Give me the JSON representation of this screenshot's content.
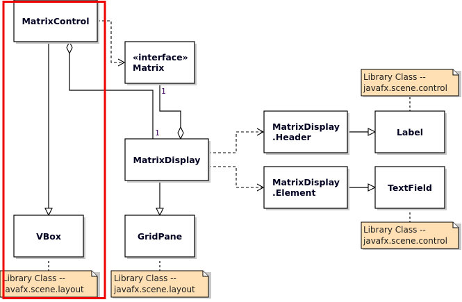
{
  "diagram": {
    "type": "uml-class-diagram",
    "classes": {
      "matrix_control": {
        "lines": [
          "MatrixControl"
        ]
      },
      "matrix": {
        "lines": [
          "«interface»",
          "Matrix"
        ]
      },
      "matrix_display": {
        "lines": [
          "MatrixDisplay"
        ]
      },
      "header": {
        "lines": [
          "MatrixDisplay",
          ".Header"
        ]
      },
      "element": {
        "lines": [
          "MatrixDisplay",
          ".Element"
        ]
      },
      "label": {
        "lines": [
          "Label"
        ]
      },
      "textfield": {
        "lines": [
          "TextField"
        ]
      },
      "vbox": {
        "lines": [
          "VBox"
        ]
      },
      "gridpane": {
        "lines": [
          "GridPane"
        ]
      }
    },
    "notes": {
      "label_note": {
        "lines": [
          "Library Class --",
          "javafx.scene.control"
        ]
      },
      "textfield_note": {
        "lines": [
          "Library Class --",
          "javafx.scene.control"
        ]
      },
      "vbox_note": {
        "lines": [
          "Library Class --",
          "javafx.scene.layout"
        ]
      },
      "gridpane_note": {
        "lines": [
          "Library Class --",
          "javafx.scene.layout"
        ]
      }
    },
    "relationships": [
      {
        "from": "MatrixControl",
        "to": "Matrix",
        "kind": "dependency"
      },
      {
        "from": "MatrixControl",
        "to": "VBox",
        "kind": "inheritance"
      },
      {
        "from": "MatrixControl",
        "to": "MatrixDisplay",
        "kind": "aggregation",
        "multiplicity": "1"
      },
      {
        "from": "MatrixDisplay",
        "to": "Matrix",
        "kind": "aggregation",
        "multiplicity": "1"
      },
      {
        "from": "MatrixDisplay",
        "to": "GridPane",
        "kind": "inheritance"
      },
      {
        "from": "MatrixDisplay",
        "to": "MatrixDisplay.Header",
        "kind": "dependency"
      },
      {
        "from": "MatrixDisplay",
        "to": "MatrixDisplay.Element",
        "kind": "dependency"
      },
      {
        "from": "MatrixDisplay.Header",
        "to": "Label",
        "kind": "inheritance"
      },
      {
        "from": "MatrixDisplay.Element",
        "to": "TextField",
        "kind": "inheritance"
      }
    ],
    "multiplicities": {
      "control_display": "1",
      "matrix_display": "1"
    },
    "highlight": {
      "color": "#ee0000",
      "encloses": [
        "MatrixControl",
        "VBox"
      ]
    }
  }
}
